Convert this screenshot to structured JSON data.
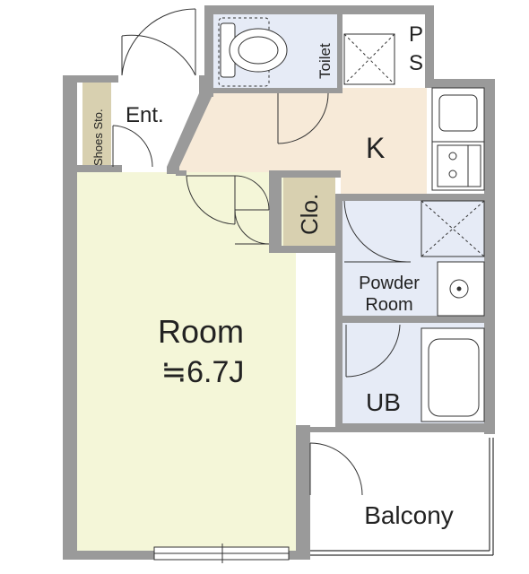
{
  "colors": {
    "wall": "#9a9a9a",
    "room_floor": "#f4f6d8",
    "kitchen_floor": "#f7ead8",
    "wet_floor": "#e6ebf6",
    "storage_floor": "#d8d0b0",
    "line": "#333333"
  },
  "rooms": {
    "shoes": "Shoes Sto.",
    "entrance": "Ent.",
    "toilet": "Toilet",
    "ps_p": "P",
    "ps_s": "S",
    "kitchen": "K",
    "closet": "Clo.",
    "powder_1": "Powder",
    "powder_2": "Room",
    "room": "Room",
    "room_size": "≒6.7J",
    "unit_bath": "UB",
    "balcony": "Balcony"
  },
  "icons": [
    "toilet-icon",
    "sink-icon",
    "stove-icon",
    "washer-pan-icon",
    "basin-icon",
    "bathtub-icon",
    "door-swing-icon"
  ]
}
